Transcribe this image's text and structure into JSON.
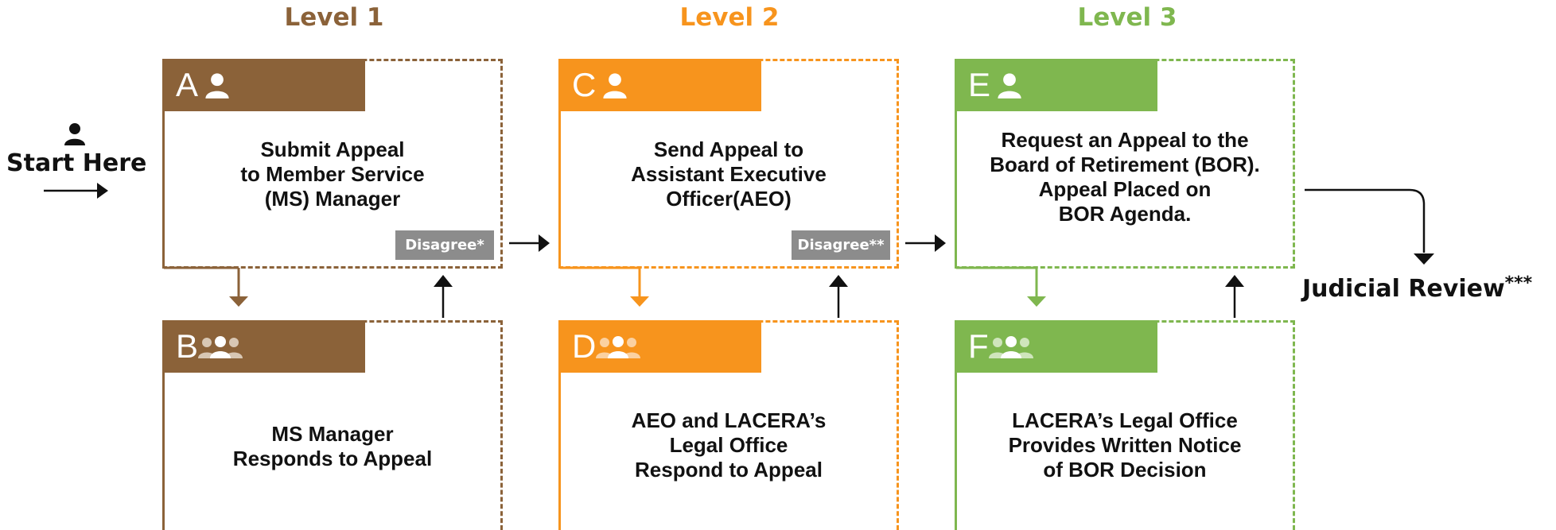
{
  "colors": {
    "level1": "#8B6239",
    "level2": "#F7941D",
    "level3": "#7FB74F",
    "disagree_bg": "#8c8c8c",
    "ink": "#111111"
  },
  "levels": [
    {
      "title": "Level 1"
    },
    {
      "title": "Level 2"
    },
    {
      "title": "Level 3"
    }
  ],
  "start": {
    "label": "Start Here",
    "icon": "person-icon"
  },
  "boxes": {
    "A": {
      "letter": "A",
      "icon": "person-icon",
      "text": "Submit Appeal\nto Member Service\n(MS) Manager"
    },
    "B": {
      "letter": "B",
      "icon": "group-icon",
      "text": "MS Manager\nResponds to Appeal"
    },
    "C": {
      "letter": "C",
      "icon": "person-icon",
      "text": "Send Appeal to\nAssistant Executive\nOfficer(AEO)"
    },
    "D": {
      "letter": "D",
      "icon": "group-icon",
      "text": "AEO and LACERA’s\nLegal Office\nRespond to Appeal"
    },
    "E": {
      "letter": "E",
      "icon": "person-icon",
      "text": "Request an Appeal to the\nBoard of Retirement (BOR).\nAppeal Placed on\nBOR Agenda."
    },
    "F": {
      "letter": "F",
      "icon": "group-icon",
      "text": "LACERA’s Legal Office\nProvides Written Notice\nof BOR Decision"
    }
  },
  "disagree": [
    {
      "label": "Disagree*"
    },
    {
      "label": "Disagree**"
    }
  ],
  "end": {
    "label": "Judicial Review",
    "marker": "***"
  }
}
